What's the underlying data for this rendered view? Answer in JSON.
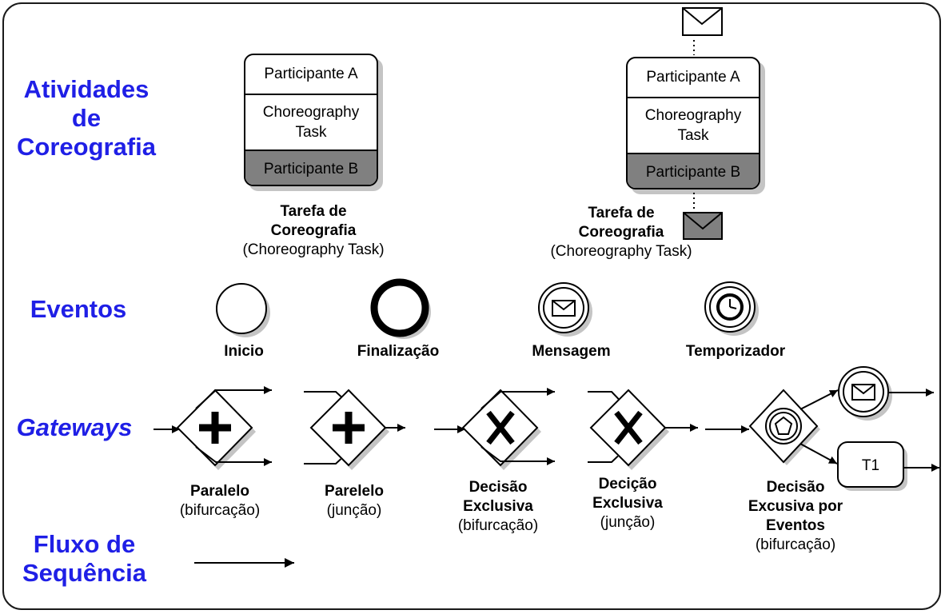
{
  "sections": {
    "atividades": [
      "Atividades",
      "de",
      "Coreografia"
    ],
    "eventos": "Eventos",
    "gateways": "Gateways",
    "fluxo": [
      "Fluxo de",
      "Sequência"
    ]
  },
  "tasks": [
    {
      "participant_a": "Participante A",
      "task_label": "Choreography\nTask",
      "participant_b": "Participante B",
      "caption_bold": [
        "Tarefa de",
        "Coreografia"
      ],
      "caption_normal": "(Choreography Task)"
    },
    {
      "participant_a": "Participante A",
      "task_label": "Choreography\nTask",
      "participant_b": "Participante B",
      "caption_bold": [
        "Tarefa de",
        "Coreografia"
      ],
      "caption_normal": "(Choreography Task)"
    }
  ],
  "events": [
    {
      "label": "Inicio",
      "icon": "start-event-icon"
    },
    {
      "label": "Finalização",
      "icon": "end-event-icon"
    },
    {
      "label": "Mensagem",
      "icon": "message-event-icon"
    },
    {
      "label": "Temporizador",
      "icon": "timer-event-icon"
    }
  ],
  "gateways": [
    {
      "bold": [
        "Paralelo"
      ],
      "normal": "(bifurcação)",
      "icon": "parallel-gateway-icon"
    },
    {
      "bold": [
        "Parelelo"
      ],
      "normal": "(junção)",
      "icon": "parallel-gateway-icon"
    },
    {
      "bold": [
        "Decisão",
        "Exclusiva"
      ],
      "normal": "(bifurcação)",
      "icon": "exclusive-gateway-icon"
    },
    {
      "bold": [
        "Decição",
        "Exclusiva"
      ],
      "normal": "(junção)",
      "icon": "exclusive-gateway-icon"
    },
    {
      "bold": [
        "Decisão",
        "Excusiva por",
        "Eventos"
      ],
      "normal": "(bifurcação)",
      "icon": "event-based-gateway-icon"
    }
  ],
  "t1_label": "T1",
  "colors": {
    "section_title": "#1f1fe6",
    "participant_b_fill": "#808080",
    "shadow": "#c4c4c4"
  }
}
